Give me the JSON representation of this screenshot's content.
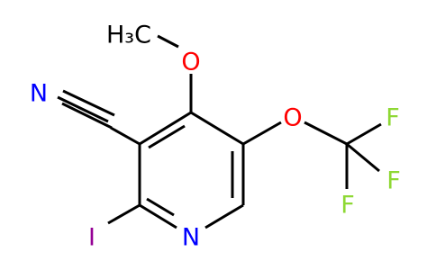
{
  "molecule": {
    "atoms": {
      "methyl": {
        "label": "H₃C",
        "element": "C",
        "color": "#000000"
      },
      "methoxy_oxygen": {
        "label": "O",
        "element": "O",
        "color": "#ff0000"
      },
      "nitrile_nitrogen": {
        "label": "N",
        "element": "N",
        "color": "#0000ff"
      },
      "ether_oxygen": {
        "label": "O",
        "element": "O",
        "color": "#ff0000"
      },
      "fluorine_top": {
        "label": "F",
        "element": "F",
        "color": "#8ed834"
      },
      "fluorine_right": {
        "label": "F",
        "element": "F",
        "color": "#8ed834"
      },
      "fluorine_bottom": {
        "label": "F",
        "element": "F",
        "color": "#8ed834"
      },
      "iodine": {
        "label": "I",
        "element": "I",
        "color": "#940094"
      },
      "ring_nitrogen": {
        "label": "N",
        "element": "N",
        "color": "#0000ff"
      }
    },
    "bond_color": "#000000"
  }
}
